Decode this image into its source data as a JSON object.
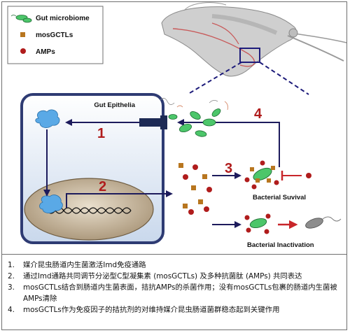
{
  "legend": [
    {
      "label": "Gut microbiome",
      "marker": "bacterium-icon",
      "color": "#4cc66a"
    },
    {
      "label": "mosGCTLs",
      "marker": "square-icon",
      "color": "#b8761f"
    },
    {
      "label": "AMPs",
      "marker": "dot-icon",
      "color": "#b01c1c"
    }
  ],
  "labels": {
    "gut_epithelia": "Gut Epithelia",
    "bacterial_survival": "Bacterial Suvival",
    "bacterial_inactivation": "Bacterial Inactivation"
  },
  "steps": [
    "1",
    "2",
    "3",
    "4"
  ],
  "notes": [
    {
      "num": "1.",
      "text": "媒介昆虫肠道内生菌激活Imd免疫通路"
    },
    {
      "num": "2.",
      "text": "通过Imd通路共同调节分泌型C型凝集素 (mosGCTLs) 及多种抗菌肽 (AMPs) 共同表达"
    },
    {
      "num": "3.",
      "text": "mosGCTLs结合到肠道内生菌表面，拮抗AMPs的杀菌作用；没有mosGCTLs包裹的肠道内生菌被AMPs清除"
    },
    {
      "num": "4.",
      "text": "mosGCTLs作为免疫因子的拮抗剂的对维持媒介昆虫肠道菌群稳态起到关键作用"
    }
  ],
  "colors": {
    "arrow": "#1d1b5c",
    "step_number": "#b01c1c",
    "cell_border": "#2e3b73",
    "cell_fill": "#d6e3f2",
    "nucleus_fill": "#bfae93",
    "bacterium": "#4cc66a",
    "gctl": "#b8761f",
    "amp": "#b01c1c",
    "inactive": "#8d8d8d"
  }
}
